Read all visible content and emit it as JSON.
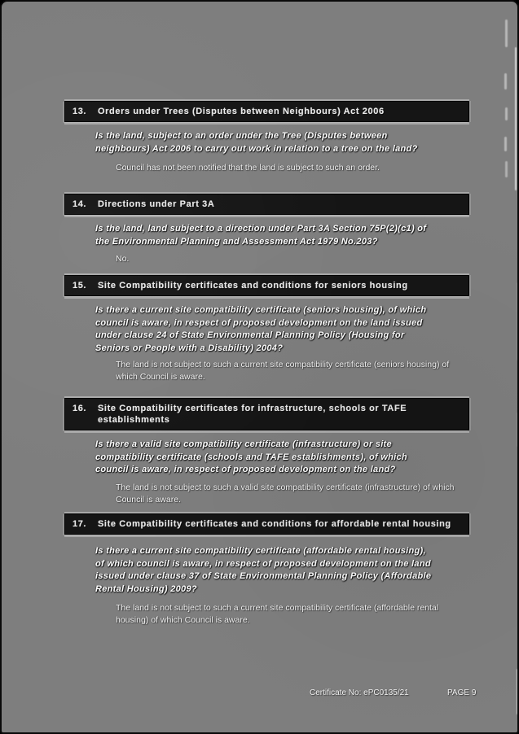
{
  "page": {
    "background_color": "#7e7e7e",
    "bar_color": "#151515",
    "text_color": "#f4f4f4"
  },
  "sections": [
    {
      "number": "13.",
      "title_lines": [
        "Orders under Trees (Disputes between Neighbours) Act 2006"
      ],
      "question_lines": [
        "Is the land, subject to an order under the Tree (Disputes between",
        "neighbours) Act 2006 to carry out work in relation to a tree on the land?"
      ],
      "answer_lines": [
        "Council has not been notified that the land is subject to such an order."
      ]
    },
    {
      "number": "14.",
      "title_lines": [
        "Directions under Part 3A"
      ],
      "question_lines": [
        "Is the land, land subject to a direction under Part 3A Section 75P(2)(c1) of",
        "the Environmental Planning and Assessment Act 1979 No.203?"
      ],
      "answer_lines": [
        "No."
      ]
    },
    {
      "number": "15.",
      "title_lines": [
        "Site Compatibility certificates and conditions for seniors housing"
      ],
      "question_lines": [
        "Is there a current site compatibility certificate (seniors housing), of which",
        "council is aware, in respect of proposed development on the land issued",
        "under clause 24 of State Environmental Planning Policy (Housing for",
        "Seniors or People with a Disability) 2004?"
      ],
      "answer_lines": [
        "The land is not subject to such a current site compatibility certificate (seniors housing) of",
        "which Council is aware."
      ]
    },
    {
      "number": "16.",
      "title_lines": [
        "Site Compatibility certificates for infrastructure, schools or TAFE establishments"
      ],
      "question_lines": [
        "Is there a valid site compatibility certificate (infrastructure) or site",
        "compatibility certificate (schools and TAFE establishments), of which",
        "council is aware, in respect of proposed development on the land?"
      ],
      "answer_lines": [
        "The land is not subject to such a valid site compatibility certificate (infrastructure) of which",
        "Council is aware."
      ]
    },
    {
      "number": "17.",
      "title_lines": [
        "Site Compatibility certificates and conditions for affordable rental housing"
      ],
      "question_lines": [
        "Is there a current site compatibility certificate (affordable rental housing),",
        "of which council is aware, in respect of proposed development on the land",
        "issued under clause 37 of State Environmental Planning Policy (Affordable",
        "Rental Housing) 2009?"
      ],
      "answer_lines": [
        "The land is not subject to such a current site compatibility certificate (affordable rental",
        "housing) of which Council is aware."
      ]
    }
  ],
  "footer": {
    "certificate_label": "Certificate No: ePC0135/21",
    "page_label": "PAGE 9"
  }
}
